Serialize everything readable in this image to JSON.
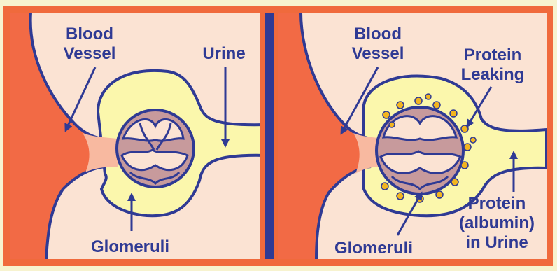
{
  "colors": {
    "background_outer": "#f7f3cf",
    "frame": "#f06a3c",
    "panel": "#fbe3d3",
    "vessel": "#f26a45",
    "vessel_light": "#f8b9a0",
    "capsule_fill": "#fbf7ac",
    "outline": "#2f3a94",
    "glomerulus_fill": "#c79a9c",
    "glomerulus_inner": "#fbe3d3",
    "protein": "#f2b51f",
    "text": "#2f3a94"
  },
  "panels": [
    {
      "condition": "normal",
      "labels": {
        "blood_vessel_line1": "Blood",
        "blood_vessel_line2": "Vessel",
        "urine": "Urine",
        "glomeruli": "Glomeruli"
      }
    },
    {
      "condition": "protein-leak",
      "labels": {
        "blood_vessel_line1": "Blood",
        "blood_vessel_line2": "Vessel",
        "protein_leaking_line1": "Protein",
        "protein_leaking_line2": "Leaking",
        "glomeruli": "Glomeruli",
        "protein_urine_line1": "Protein",
        "protein_urine_line2": "(albumin)",
        "protein_urine_line3": "in Urine"
      }
    }
  ]
}
